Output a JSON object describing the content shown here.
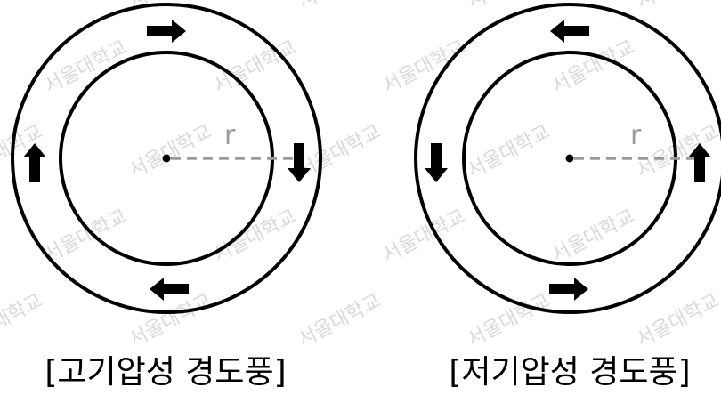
{
  "watermark": {
    "text": "서울대학교",
    "color": "#d9d9d9"
  },
  "diagrams": [
    {
      "caption": "[고기압성 경도풍]",
      "radius_label": "r",
      "arrows": [
        "right",
        "left",
        "up",
        "down"
      ]
    },
    {
      "caption": "[저기압성 경도풍]",
      "radius_label": "r",
      "arrows": [
        "left",
        "right",
        "down",
        "up"
      ]
    }
  ],
  "colors": {
    "stroke": "#000000",
    "dashed_radius": "#9a9a9a"
  }
}
